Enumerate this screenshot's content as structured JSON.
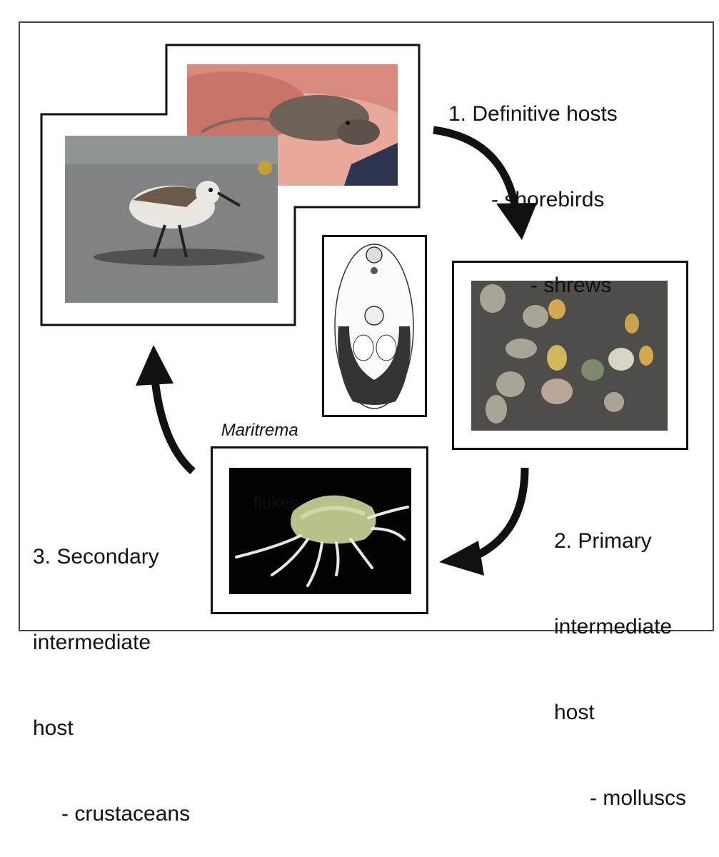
{
  "stages": {
    "definitive": {
      "title": "1. Definitive hosts",
      "items": [
        "- shorebirds",
        "- shrews"
      ],
      "photos": [
        "shrew-photo",
        "shorebird-photo"
      ]
    },
    "primary": {
      "lines": [
        "2. Primary",
        "intermediate",
        "host"
      ],
      "items": [
        "- molluscs"
      ],
      "photos": [
        "snails-photo"
      ]
    },
    "secondary": {
      "lines": [
        "3. Secondary",
        "intermediate",
        "host"
      ],
      "items": [
        "- crustaceans"
      ],
      "photos": [
        "amphipod-photo"
      ]
    }
  },
  "center": {
    "name_italic": "Maritrema",
    "name_rest": "flukes"
  },
  "colors": {
    "arrow": "#111111",
    "frame": "#444444",
    "text": "#111111"
  }
}
